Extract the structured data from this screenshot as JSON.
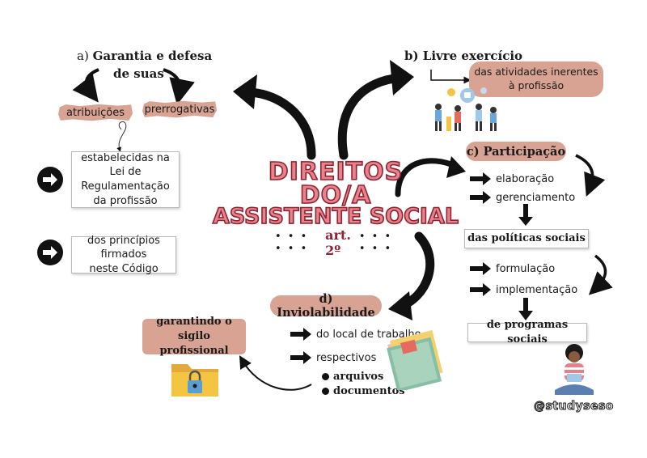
{
  "title": {
    "line1": "DIREITOS",
    "line2": "DO/A",
    "line3": "ASSISTENTE SOCIAL",
    "article": "art. 2º"
  },
  "section_a": {
    "prefix": "a)",
    "heading": "Garantia e defesa",
    "heading2": "de suas",
    "tag_left": "atribuições",
    "tag_right": "prerrogativas",
    "box1_line1": "estabelecidas na",
    "box1_line2": "Lei de Regulamentação",
    "box1_line3": "da profissão",
    "box2_line1": "dos princípios firmados",
    "box2_line2": "neste Código"
  },
  "section_b": {
    "heading": "b) Livre exercício",
    "pill_line1": "das atividades inerentes",
    "pill_line2": "à profissão"
  },
  "section_c": {
    "heading": "c) Participação",
    "item1": "elaboração",
    "item2": "gerenciamento",
    "box1": "das políticas sociais",
    "item3": "formulação",
    "item4": "implementação",
    "box2": "de programas sociais"
  },
  "section_d": {
    "heading": "d) Inviolabilidade",
    "item1": "do local de trabalho",
    "item2": "respectivos",
    "bullet1": "arquivos",
    "bullet2": "documentos",
    "pill_line1": "garantindo o",
    "pill_line2": "sigilo profissional"
  },
  "watermark": "@studyseso",
  "colors": {
    "accent": "#d9a394",
    "title_fill": "#e8828b",
    "title_stroke": "#8e2433"
  },
  "icons": [
    "arrow-right-icon",
    "curved-arrow-icon",
    "folder-lock-icon",
    "documents-icon",
    "people-icon",
    "student-icon"
  ]
}
